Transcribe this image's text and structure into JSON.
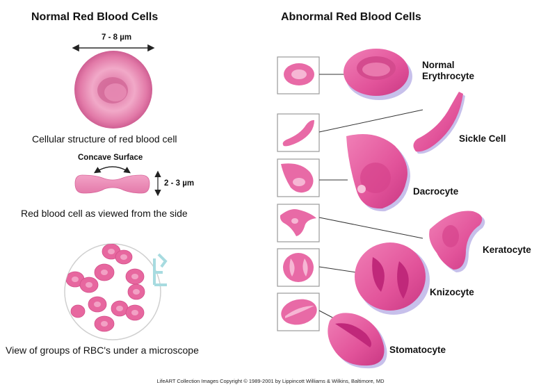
{
  "normal_panel": {
    "title": "Normal Red Blood Cells",
    "diameter_label": "7 - 8 µm",
    "top_view_caption": "Cellular structure of red blood cell",
    "concave_label": "Concave Surface",
    "thickness_label": "2 - 3 µm",
    "side_view_caption": "Red blood cell as viewed from the side",
    "microscope_caption": "View of groups of RBC's under a microscope"
  },
  "abnormal_panel": {
    "title": "Abnormal Red Blood Cells",
    "cells": [
      {
        "line1": "Normal",
        "line2": "Erythrocyte"
      },
      {
        "line1": "Sickle Cell"
      },
      {
        "line1": "Dacrocyte"
      },
      {
        "line1": "Keratocyte"
      },
      {
        "line1": "Knizocyte"
      },
      {
        "line1": "Stomatocyte"
      }
    ]
  },
  "footer": {
    "copyright": "LifeART Collection Images Copyright © 1989-2001 by Lippincott Williams & Wilkins, Baltimore, MD"
  },
  "colors": {
    "cell_pink": "#e86aa6",
    "cell_light": "#f6b6d4",
    "cell_dark": "#c23a7f",
    "shadow_purple": "#b9b0e6"
  }
}
